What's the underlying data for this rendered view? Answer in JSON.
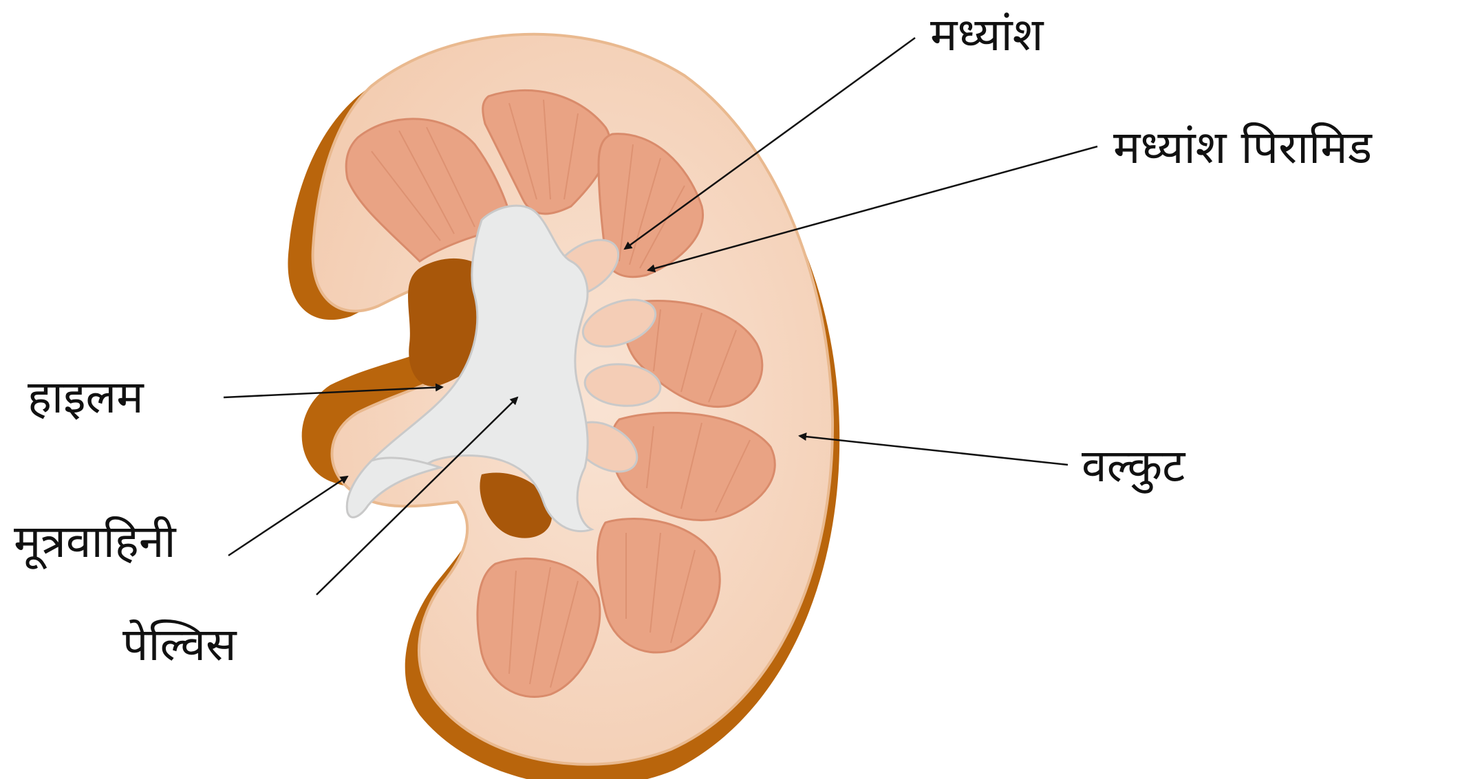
{
  "labels": {
    "medulla": "मध्यांश",
    "medullary_pyramid": "मध्यांश पिरामिड",
    "hilum": "हाइलम",
    "cortex": "वल्कुट",
    "ureter": "मूत्रवाहिनी",
    "pelvis": "पेल्विस"
  },
  "colors": {
    "capsule_dark": "#b9650c",
    "capsule_mid": "#d98a2a",
    "cortex": "#f7d9c4",
    "cortex_edge": "#e9b98f",
    "pyramid": "#e9a384",
    "pyramid_stripe": "#d98b6b",
    "papilla": "#f4cdb6",
    "pelvis": "#e9eaea",
    "pelvis_edge": "#c9c9c9",
    "arrow": "#111111"
  }
}
